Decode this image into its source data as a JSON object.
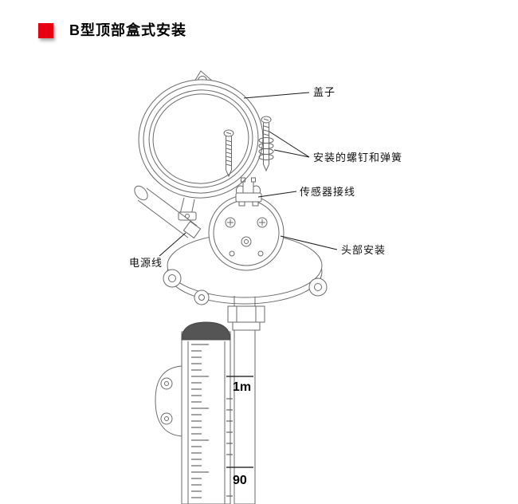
{
  "title": {
    "text": "B型顶部盒式安装"
  },
  "diagram": {
    "labels": {
      "cover": "盖子",
      "screws_springs": "安装的螺钉和弹簧",
      "sensor_wiring": "传感器接线",
      "head_mount": "头部安装",
      "power_cable": "电源线"
    },
    "scale_marks": {
      "one_meter": "1m",
      "ninety": "90"
    }
  },
  "colors": {
    "accent_red": "#e60012",
    "line_gray": "#6a6a6a",
    "leader_black": "#1a1a1a",
    "cap_dark": "#555555"
  }
}
